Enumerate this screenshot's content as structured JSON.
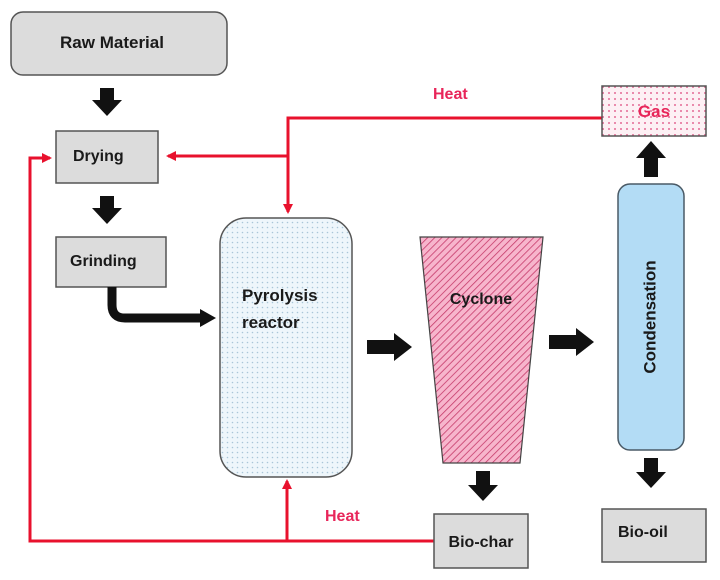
{
  "diagram": {
    "title": "Biomass pyrolysis process flow",
    "nodes": {
      "raw_material": {
        "label": "Raw Material"
      },
      "drying": {
        "label": "Drying"
      },
      "grinding": {
        "label": "Grinding"
      },
      "reactor": {
        "label_line1": "Pyrolysis",
        "label_line2": "reactor"
      },
      "cyclone": {
        "label": "Cyclone"
      },
      "condensation": {
        "label": "Condensation"
      },
      "gas": {
        "label": "Gas"
      },
      "biochar": {
        "label": "Bio-char"
      },
      "biooil": {
        "label": "Bio-oil"
      }
    },
    "heat_labels": {
      "top": "Heat",
      "bottom": "Heat"
    },
    "edges": [
      {
        "from": "Raw Material",
        "to": "Drying",
        "type": "material"
      },
      {
        "from": "Drying",
        "to": "Grinding",
        "type": "material"
      },
      {
        "from": "Grinding",
        "to": "Pyrolysis reactor",
        "type": "material"
      },
      {
        "from": "Pyrolysis reactor",
        "to": "Cyclone",
        "type": "material"
      },
      {
        "from": "Cyclone",
        "to": "Condensation",
        "type": "material"
      },
      {
        "from": "Cyclone",
        "to": "Bio-char",
        "type": "material"
      },
      {
        "from": "Condensation",
        "to": "Gas",
        "type": "material"
      },
      {
        "from": "Condensation",
        "to": "Bio-oil",
        "type": "material"
      },
      {
        "from": "Gas",
        "to": "Drying",
        "type": "heat"
      },
      {
        "from": "Gas",
        "to": "Pyrolysis reactor",
        "type": "heat"
      },
      {
        "from": "Bio-char",
        "to": "Pyrolysis reactor",
        "type": "heat"
      },
      {
        "from": "Bio-char",
        "to": "Drying",
        "type": "heat"
      }
    ],
    "colors": {
      "heat_line": "#e8112d",
      "heat_text": "#e8265a",
      "box_fill": "#dcdcdc",
      "reactor_fill": "#eef6fb",
      "cyclone_fill": "#f4a3c0",
      "condensation_fill": "#b3dcf5",
      "gas_fill": "#fbe6ee"
    }
  }
}
